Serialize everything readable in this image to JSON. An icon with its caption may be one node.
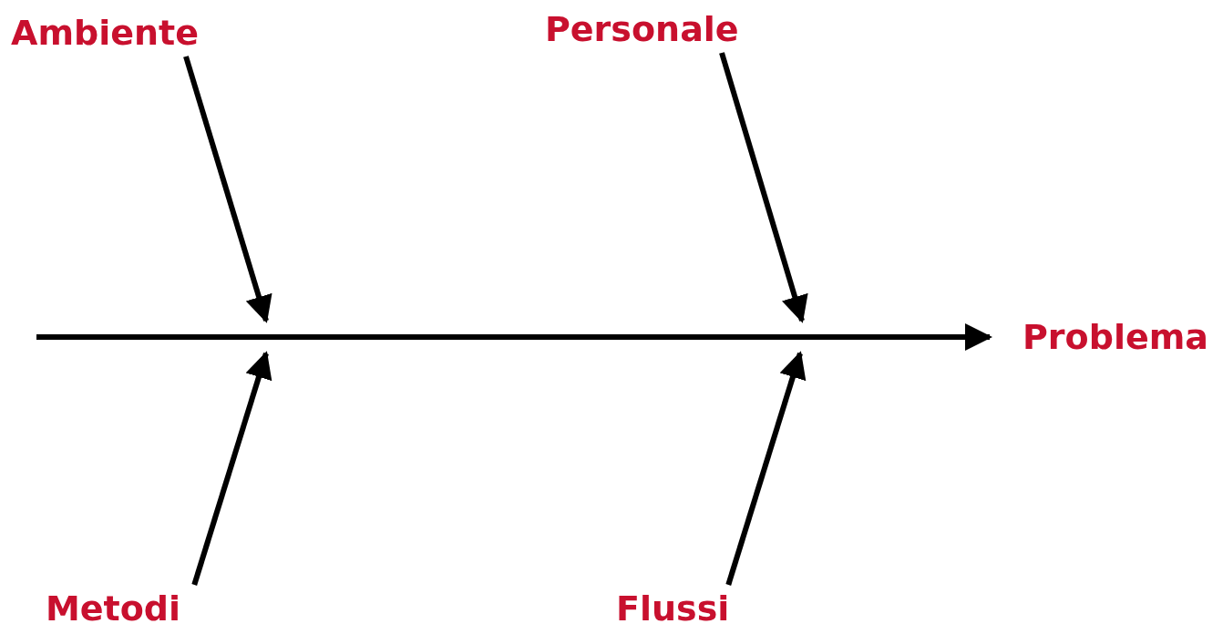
{
  "diagram": {
    "nodes": [
      {
        "text": [
          "Ambiente"
        ]
      },
      {
        "text": [
          "Personale"
        ]
      },
      {
        "text": [
          "Metodi"
        ]
      },
      {
        "text": [
          "Flussi"
        ]
      },
      {
        "text": [
          "Problema"
        ]
      }
    ],
    "edges": [
      {
        "from": 0,
        "to": null,
        "arrow": "to"
      },
      {
        "from": 1,
        "to": null,
        "arrow": "to"
      },
      {
        "from": 2,
        "to": null,
        "arrow": "to"
      },
      {
        "from": 3,
        "to": null,
        "arrow": "to"
      },
      {
        "from": null,
        "to": 4,
        "arrow": "to"
      }
    ]
  }
}
